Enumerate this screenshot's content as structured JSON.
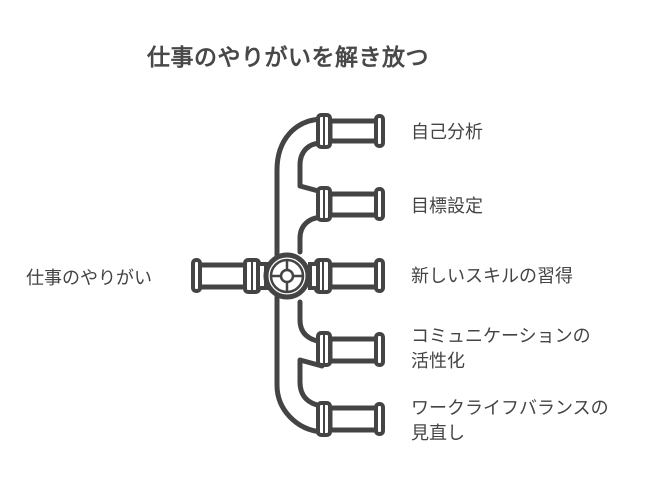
{
  "title": "仕事のやりがいを解き放つ",
  "source": {
    "label": "仕事のやりがい",
    "icon": "valve-icon"
  },
  "outputs": [
    {
      "label": "自己分析",
      "lines": [
        "自己分析"
      ]
    },
    {
      "label": "目標設定",
      "lines": [
        "目標設定"
      ]
    },
    {
      "label": "新しいスキルの習得",
      "lines": [
        "新しいスキルの習得"
      ]
    },
    {
      "label": "コミュニケーションの活性化",
      "lines": [
        "コミュニケーションの",
        "活性化"
      ]
    },
    {
      "label": "ワークライフバランスの見直し",
      "lines": [
        "ワークライフバランスの",
        "見直し"
      ]
    }
  ],
  "colors": {
    "stroke": "#444444",
    "background": "#ffffff",
    "text": "#444444"
  }
}
